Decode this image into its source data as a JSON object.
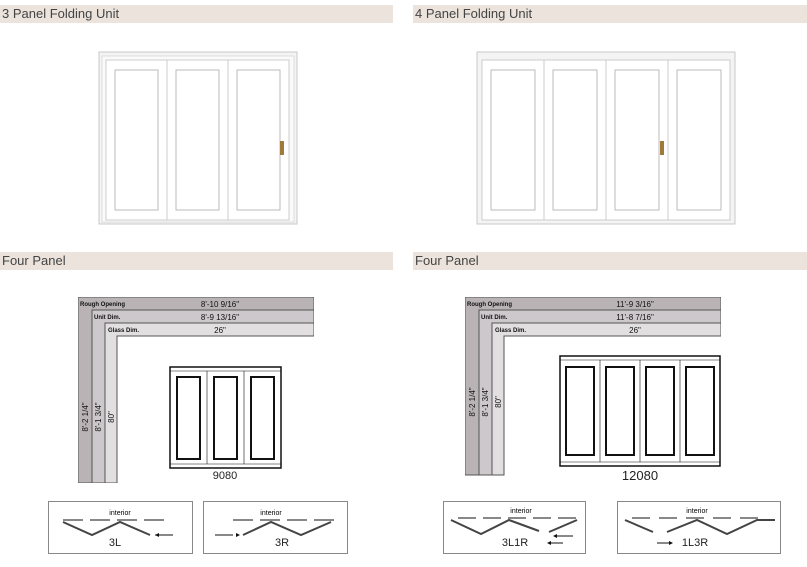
{
  "sections": [
    {
      "title": "3 Panel Folding Unit"
    },
    {
      "title": "4 Panel Folding Unit"
    },
    {
      "title": "Four Panel"
    },
    {
      "title": "Four Panel"
    }
  ],
  "diagrams": [
    {
      "rough_label": "Rough Opening",
      "rough_w": "8'-10 9/16\"",
      "unit_label": "Unit Dim.",
      "unit_w": "8'-9 13/16\"",
      "glass_label": "Glass Dim.",
      "glass_w": "26\"",
      "rough_h": "8'-2 1/4\"",
      "unit_h": "8'-1 3/4\"",
      "glass_h": "80\"",
      "model": "9080"
    },
    {
      "rough_label": "Rough Opening",
      "rough_w": "11'-9 3/16\"",
      "unit_label": "Unit Dim.",
      "unit_w": "11'-8 7/16\"",
      "glass_label": "Glass Dim.",
      "glass_w": "26\"",
      "rough_h": "8'-2 1/4\"",
      "unit_h": "8'-1 3/4\"",
      "glass_h": "80\"",
      "model": "12080"
    }
  ],
  "configs": [
    {
      "side": "interior",
      "code": "3L"
    },
    {
      "side": "interior",
      "code": "3R"
    },
    {
      "side": "interior",
      "code": "3L1R"
    },
    {
      "side": "interior",
      "code": "1L3R"
    }
  ]
}
